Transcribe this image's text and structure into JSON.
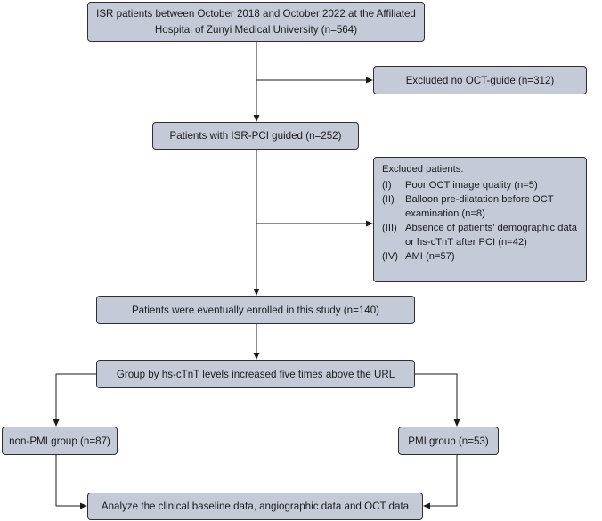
{
  "boxes": {
    "start": "ISR patients between October 2018 and October 2022 at the Affiliated Hospital of Zunyi Medical University (n=564)",
    "excluded_oct": "Excluded no OCT-guide (n=312)",
    "isr_pci": "Patients with ISR-PCI guided (n=252)",
    "excluded_patients": {
      "heading": "Excluded patients:",
      "items": [
        {
          "num": "(I)",
          "text": "Poor OCT image quality (n=5)"
        },
        {
          "num": "(II)",
          "text": "Balloon pre-dilatation before OCT examination (n=8)"
        },
        {
          "num": "(III)",
          "text": "Absence of patients’ demographic data or hs-cTnT after PCI (n=42)"
        },
        {
          "num": "(IV)",
          "text": "AMI (n=57)"
        }
      ]
    },
    "enrolled": "Patients were eventually enrolled in this study (n=140)",
    "grouping": "Group by hs-cTnT levels increased five times above the URL",
    "non_pmi": "non-PMI group (n=87)",
    "pmi": "PMI group (n=53)",
    "analyze": "Analyze the clinical baseline data, angiographic data and OCT data"
  }
}
